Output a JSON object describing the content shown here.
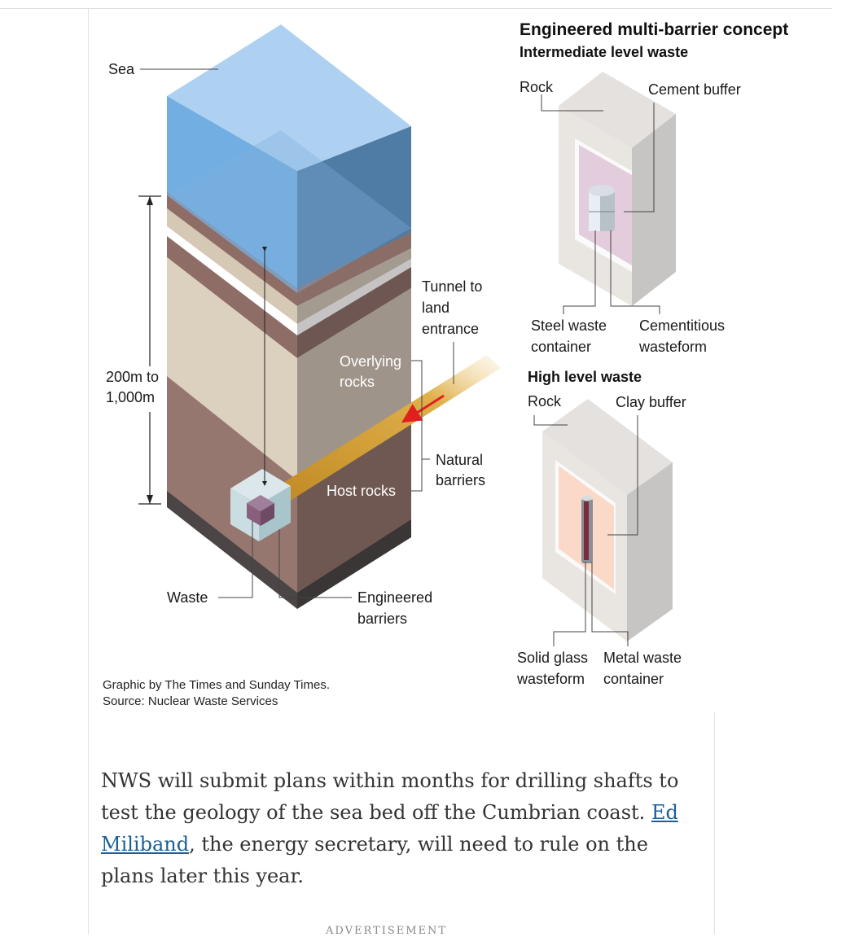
{
  "graphic": {
    "main_title": "Engineered multi-barrier concept",
    "labels": {
      "sea": "Sea",
      "depth_line1": "200m to",
      "depth_line2": "1,000m",
      "tunnel_line1": "Tunnel to",
      "tunnel_line2": "land",
      "tunnel_line3": "entrance",
      "overlying_line1": "Overlying",
      "overlying_line2": "rocks",
      "host_rocks": "Host rocks",
      "natural_line1": "Natural",
      "natural_line2": "barriers",
      "waste": "Waste",
      "engineered_line1": "Engineered",
      "engineered_line2": "barriers"
    },
    "intermediate": {
      "title": "Intermediate level waste",
      "rock": "Rock",
      "cement_buffer": "Cement buffer",
      "steel_line1": "Steel waste",
      "steel_line2": "container",
      "cementitious_line1": "Cementitious",
      "cementitious_line2": "wasteform"
    },
    "high": {
      "title": "High level waste",
      "rock": "Rock",
      "clay_buffer": "Clay buffer",
      "glass_line1": "Solid glass",
      "glass_line2": "wasteform",
      "metal_line1": "Metal waste",
      "metal_line2": "container"
    }
  },
  "credit": {
    "line1": "Graphic by The Times and Sunday Times.",
    "line2": "Source: Nuclear Waste Services"
  },
  "article": {
    "before_link": "NWS will submit plans within months for drilling shafts to test the geology of the sea bed off the Cumbrian coast. ",
    "link_text": "Ed Miliband",
    "after_link": ", the energy secretary, will need to rule on the plans later this year."
  },
  "advert_label": "ADVERTISEMENT",
  "colors": {
    "sea_light": "#a9cdf0",
    "sea_mid": "#7fb3e4",
    "sea_dark": "#5a87ad",
    "sand": "#d9cdbb",
    "rock_brown": "#8f7068",
    "rock_dark": "#6c5550",
    "tunnel_gold": "#c9962a",
    "arrow_red": "#e02020",
    "link_blue": "#1a5f9a"
  }
}
